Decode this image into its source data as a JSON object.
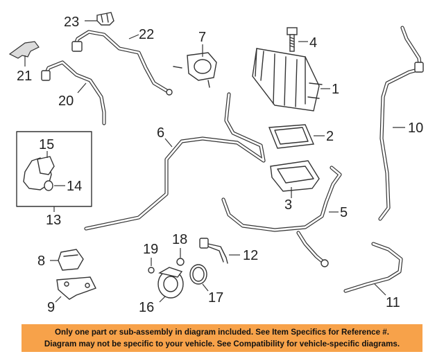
{
  "callouts": [
    {
      "num": "1"
    },
    {
      "num": "2"
    },
    {
      "num": "3"
    },
    {
      "num": "4"
    },
    {
      "num": "5"
    },
    {
      "num": "6"
    },
    {
      "num": "7"
    },
    {
      "num": "8"
    },
    {
      "num": "9"
    },
    {
      "num": "10"
    },
    {
      "num": "11"
    },
    {
      "num": "12"
    },
    {
      "num": "13"
    },
    {
      "num": "14"
    },
    {
      "num": "15"
    },
    {
      "num": "16"
    },
    {
      "num": "17"
    },
    {
      "num": "18"
    },
    {
      "num": "19"
    },
    {
      "num": "20"
    },
    {
      "num": "21"
    },
    {
      "num": "22"
    },
    {
      "num": "23"
    }
  ],
  "banner": {
    "line1": "Only one part or sub-assembly in diagram included. See Item Specifics for Reference #.",
    "line2": "Diagram may not be specific to your vehicle. See Compatibility for vehicle-specific diagrams.",
    "color": "#f7a24a"
  }
}
